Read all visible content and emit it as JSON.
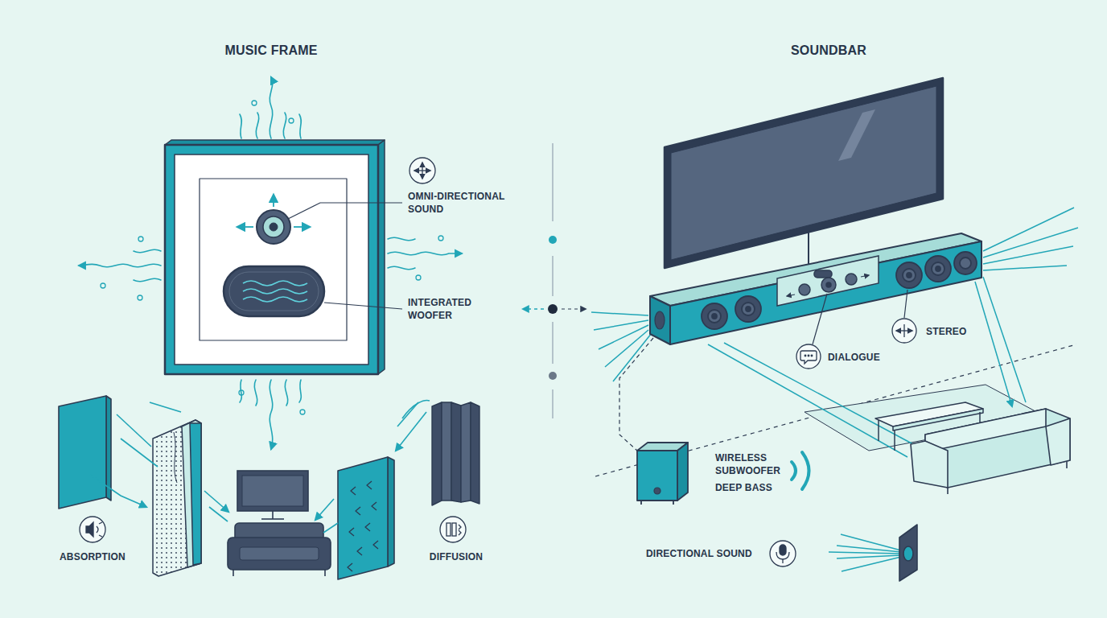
{
  "diagram": {
    "labels": [
      "MUSIC FRAME",
      "SOUNDBAR",
      "OMNI-DIRECTIONAL SOUND",
      "INTEGRATED WOOFER",
      "ABSORPTION",
      "DIFFUSION",
      "STEREO",
      "DIALOGUE",
      "WIRELESS SUBWOOFER",
      "DEEP BASS",
      "DIRECTIONAL SOUND"
    ]
  }
}
